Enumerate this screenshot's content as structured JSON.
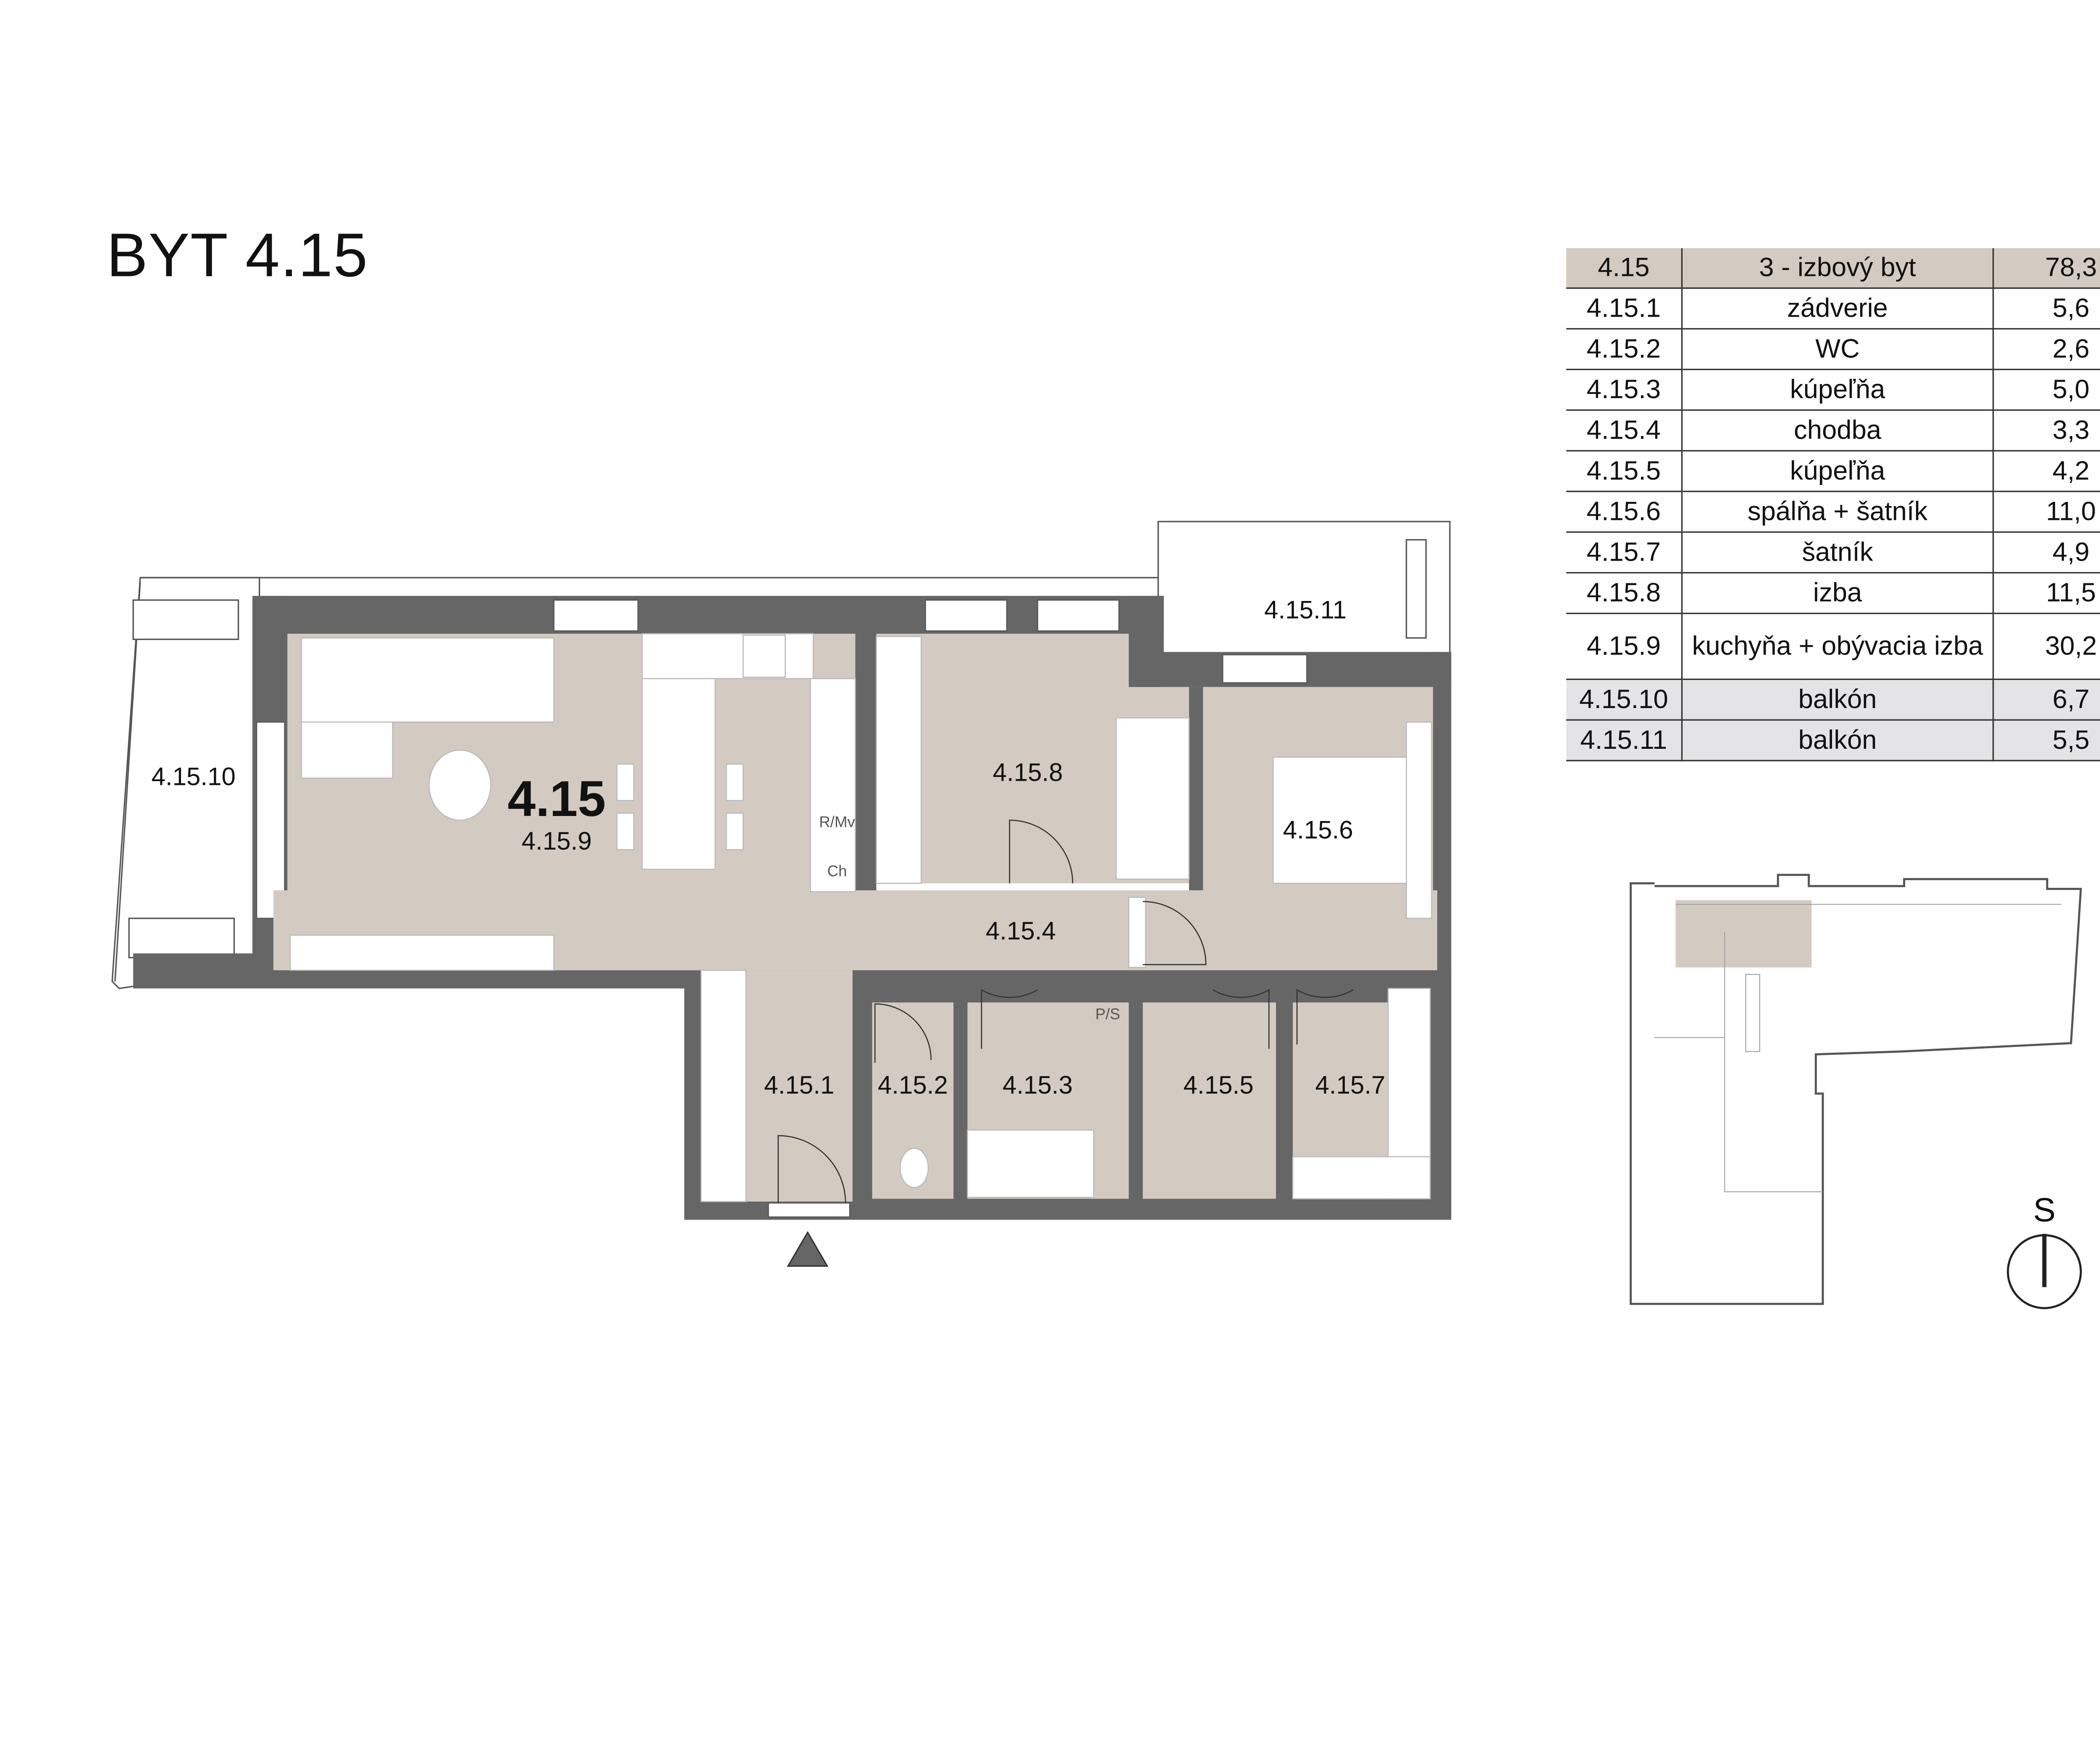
{
  "title": "BYT 4.15",
  "colors": {
    "wall": "#666666",
    "floor": "#d3cbc1",
    "table_header": "#d3cbc1",
    "balcony_row": "#e4e4e6"
  },
  "plan": {
    "unit_label": "4.15",
    "rooms": {
      "r1": "4.15.1",
      "r2": "4.15.2",
      "r3": "4.15.3",
      "r4": "4.15.4",
      "r5": "4.15.5",
      "r6": "4.15.6",
      "r7": "4.15.7",
      "r8": "4.15.8",
      "r9": "4.15.9",
      "r10": "4.15.10",
      "r11": "4.15.11"
    },
    "fixtures": {
      "fridge": "R/Mv",
      "ch": "Ch",
      "ps": "P/S"
    },
    "entrance_icon": "triangle-entrance-icon"
  },
  "table": {
    "header": {
      "id": "4.15",
      "name": "3 - izbový byt",
      "area": "78,3"
    },
    "rows": [
      {
        "id": "4.15.1",
        "name": "zádverie",
        "area": "5,6"
      },
      {
        "id": "4.15.2",
        "name": "WC",
        "area": "2,6"
      },
      {
        "id": "4.15.3",
        "name": "kúpeľňa",
        "area": "5,0"
      },
      {
        "id": "4.15.4",
        "name": "chodba",
        "area": "3,3"
      },
      {
        "id": "4.15.5",
        "name": "kúpeľňa",
        "area": "4,2"
      },
      {
        "id": "4.15.6",
        "name": "spálňa + šatník",
        "area": "11,0"
      },
      {
        "id": "4.15.7",
        "name": "šatník",
        "area": "4,9"
      },
      {
        "id": "4.15.8",
        "name": "izba",
        "area": "11,5"
      },
      {
        "id": "4.15.9",
        "name": "kuchyňa + obývacia izba",
        "area": "30,2"
      },
      {
        "id": "4.15.10",
        "name": "balkón",
        "area": "6,7"
      },
      {
        "id": "4.15.11",
        "name": "balkón",
        "area": "5,5"
      }
    ]
  },
  "compass": {
    "label": "S"
  }
}
